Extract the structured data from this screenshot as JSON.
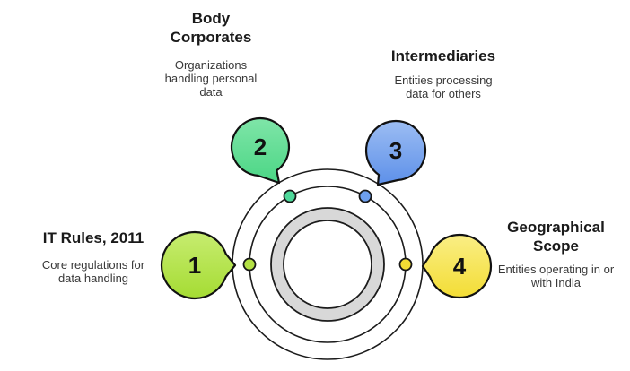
{
  "canvas": {
    "background": "#ffffff",
    "ring_stroke": "#1c1c1c",
    "ring_gray_fill": "#d8d8d8"
  },
  "items": [
    {
      "number": "1",
      "title": "IT Rules, 2011",
      "description": "Core regulations for data handling",
      "color_top": "#c7ec70",
      "color_bottom": "#a5dc33",
      "dot_color": "#b3e044"
    },
    {
      "number": "2",
      "title": "Body Corporates",
      "description": "Organizations handling personal data",
      "color_top": "#7fe5a8",
      "color_bottom": "#4bd685",
      "dot_color": "#4ed89a"
    },
    {
      "number": "3",
      "title": "Intermediaries",
      "description": "Entities processing data for others",
      "color_top": "#9cbdf3",
      "color_bottom": "#5d90e9",
      "dot_color": "#6d9fee"
    },
    {
      "number": "4",
      "title": "Geographical Scope",
      "description": "Entities operating in or with India",
      "color_top": "#faee85",
      "color_bottom": "#f3dd35",
      "dot_color": "#f2dc34"
    }
  ]
}
